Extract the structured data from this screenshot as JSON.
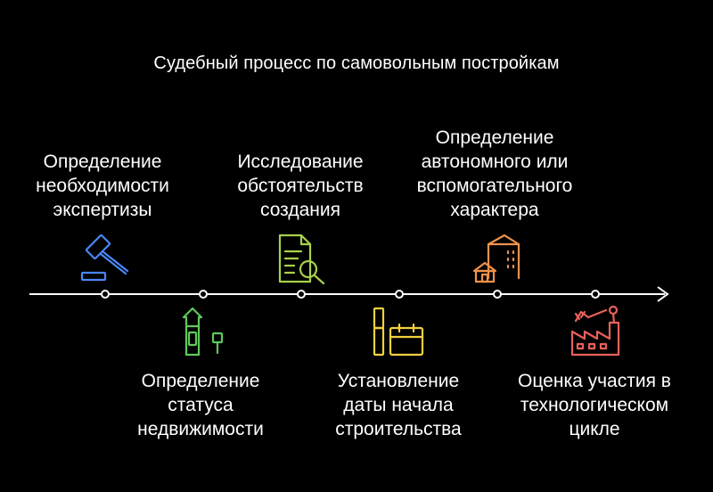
{
  "title": "Судебный процесс по самовольным постройкам",
  "steps": [
    {
      "label": "Определение\nнеобходимости\nэкспертизы",
      "icon": "gavel-icon",
      "color": "#4a86f7"
    },
    {
      "label": "Определение\nстатуса\nнедвижимости",
      "icon": "buildings-icon",
      "color": "#5fc95a"
    },
    {
      "label": "Исследование\nобстоятельств\nсоздания",
      "icon": "document-search-icon",
      "color": "#a8d14a"
    },
    {
      "label": "Установление\nдаты начала\nстроительства",
      "icon": "calendar-icon",
      "color": "#f4d03f"
    },
    {
      "label": "Определение\nавтономного или\nвспомогательного\nхарактера",
      "icon": "house-building-icon",
      "color": "#f0924a"
    },
    {
      "label": "Оценка участия в\nтехнологическом\nцикле",
      "icon": "factory-icon",
      "color": "#e8615a"
    }
  ]
}
